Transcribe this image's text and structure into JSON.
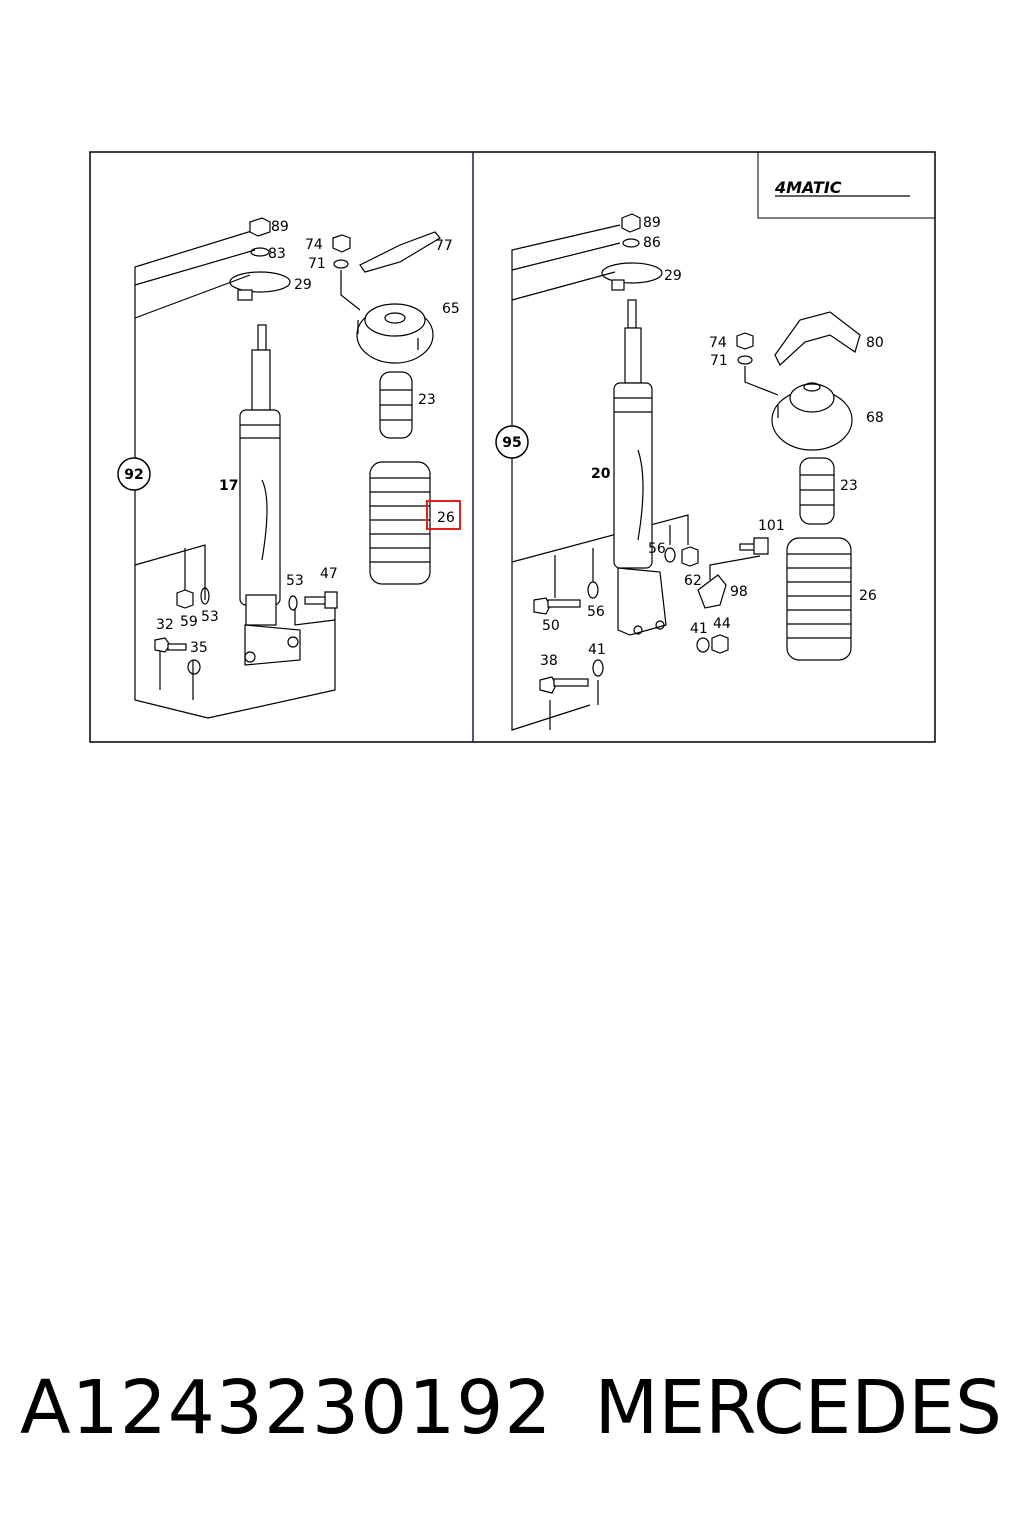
{
  "logo_text": "4MATIC",
  "left_panel": {
    "group_label": "92",
    "strut_label": "17",
    "labels": {
      "l89": "89",
      "l83": "83",
      "l29": "29",
      "l74": "74",
      "l71": "71",
      "l77": "77",
      "l65": "65",
      "l23": "23",
      "l26": "26",
      "l53a": "53",
      "l47": "47",
      "l59": "59",
      "l53b": "53",
      "l32": "32",
      "l35": "35"
    },
    "highlighted_part": "26"
  },
  "right_panel": {
    "group_label": "95",
    "strut_label": "20",
    "labels": {
      "r89": "89",
      "r86": "86",
      "r29": "29",
      "r74": "74",
      "r71": "71",
      "r80": "80",
      "r68": "68",
      "r23": "23",
      "r26": "26",
      "r101": "101",
      "r56a": "56",
      "r62": "62",
      "r98": "98",
      "r50": "50",
      "r56b": "56",
      "r41a": "41",
      "r44": "44",
      "r38": "38",
      "r41b": "41"
    }
  },
  "colors": {
    "highlight": "#e0201a",
    "line": "#000000"
  },
  "footer": {
    "part_number": "A1243230192",
    "brand": "MERCEDES"
  }
}
